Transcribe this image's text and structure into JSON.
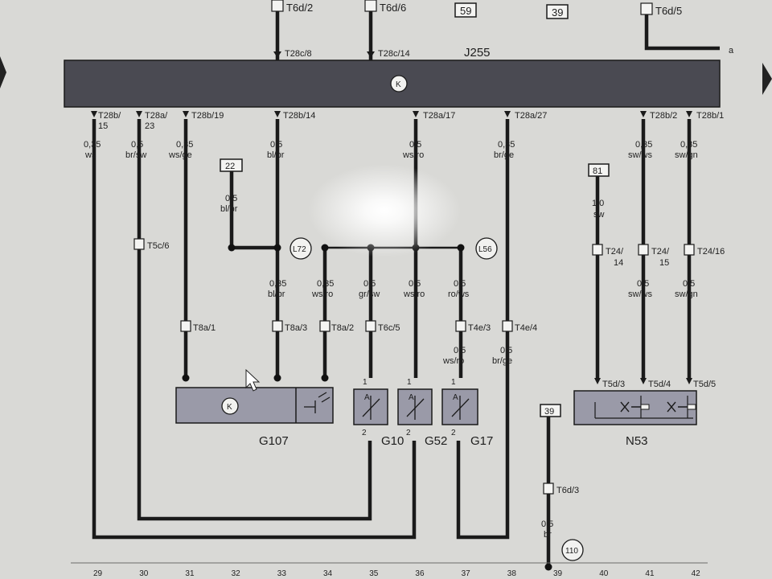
{
  "top": {
    "t6d_2": "T6d/2",
    "t6d_6": "T6d/6",
    "box59": "59",
    "box39": "39",
    "t6d_5": "T6d/5",
    "a": "a"
  },
  "bar": {
    "j255": "J255",
    "k": "K",
    "pin_t28c_8": "T28c/8",
    "pin_t28c_14": "T28c/14"
  },
  "pins": {
    "t28b15": "T28b/",
    "t28b15b": "15",
    "t28a23": "T28a/",
    "t28a23b": "23",
    "t28b19": "T28b/19",
    "t28b14": "T28b/14",
    "t28a17": "T28a/17",
    "t28a27": "T28a/27",
    "t28b2": "T28b/2",
    "t28b1": "T28b/1"
  },
  "wires": {
    "w1_size": "0,35",
    "w1_col": "ws",
    "w2_size": "0,5",
    "w2_col": "br/sw",
    "w3_size": "0,35",
    "w3_col": "ws/ge",
    "w4_size": "0,5",
    "w4_col": "bl/br",
    "w5_size": "0,5",
    "w5_col": "ws/ro",
    "w6_size": "0,35",
    "w6_col": "br/ge",
    "w7_size": "0,35",
    "w7_col": "sw/ws",
    "w8_size": "0,35",
    "w8_col": "sw/gn",
    "box22": "22",
    "w22_size": "0,5",
    "w22_col": "bl/br",
    "box81": "81",
    "w81_size": "1,0",
    "w81_col": "sw",
    "l72": "L72",
    "l56": "L56",
    "t5c6": "T5c/6",
    "t24_14a": "T24/",
    "t24_14b": "14",
    "t24_15a": "T24/",
    "t24_15b": "15",
    "t24_16": "T24/16",
    "m1_size": "0,35",
    "m1_col": "bl/br",
    "m2_size": "0,35",
    "m2_col": "ws/ro",
    "m3_size": "0,5",
    "m3_col": "gr/sw",
    "m4_size": "0,5",
    "m4_col": "ws/ro",
    "m5_size": "0,5",
    "m5_col": "ro/ws",
    "r1_size": "0,5",
    "r1_col": "sw/ws",
    "r2_size": "0,5",
    "r2_col": "sw/gn",
    "t8a1": "T8a/1",
    "t8a3": "T8a/3",
    "t8a2": "T8a/2",
    "t6c5": "T6c/5",
    "t4e3": "T4e/3",
    "t4e4": "T4e/4",
    "l1_size": "0,5",
    "l1_col": "ws/ro",
    "l2_size": "0,5",
    "l2_col": "br/ge",
    "t5d3": "T5d/3",
    "t5d4": "T5d/4",
    "t5d5": "T5d/5",
    "box39b": "39",
    "t6d3": "T6d/3",
    "g_size": "0,5",
    "g_col": "br",
    "r110": "110"
  },
  "components": {
    "g107": "G107",
    "g10": "G10",
    "g52": "G52",
    "g17": "G17",
    "n53": "N53",
    "k2": "K",
    "a": "A",
    "p1": "1",
    "p2": "2"
  },
  "footer": {
    "numbers": [
      "29",
      "30",
      "31",
      "32",
      "33",
      "34",
      "35",
      "36",
      "37",
      "38",
      "39",
      "40",
      "41",
      "42"
    ]
  }
}
